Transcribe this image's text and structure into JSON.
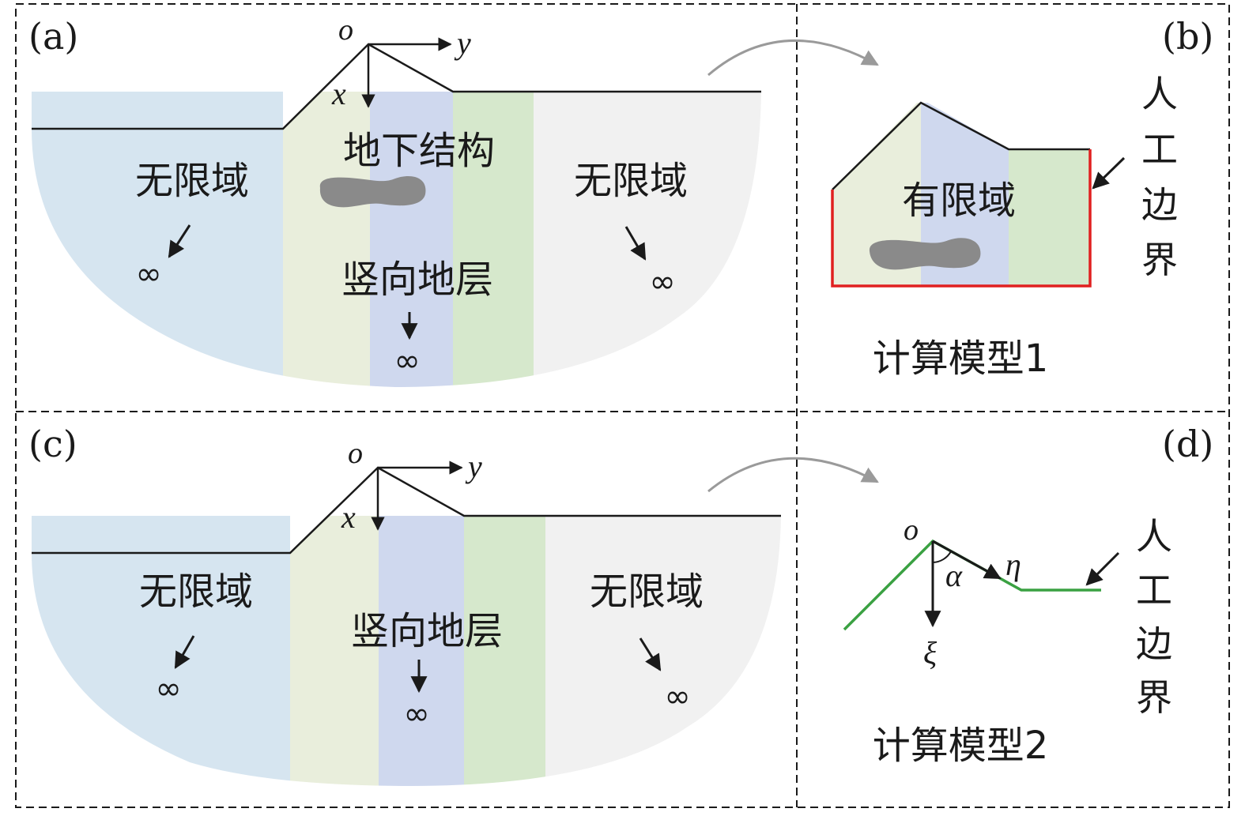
{
  "panels": {
    "a": {
      "label": "(a)",
      "axis_origin": "o",
      "axis_x": "x",
      "axis_y": "y",
      "left_region": "无限域",
      "right_region": "无限域",
      "structure_label": "地下结构",
      "layers_label": "竖向地层",
      "infinity": "∞"
    },
    "b": {
      "label": "(b)",
      "finite_label": "有限域",
      "boundary_label": [
        "人",
        "工",
        "边",
        "界"
      ],
      "model_label": "计算模型1"
    },
    "c": {
      "label": "(c)",
      "axis_origin": "o",
      "axis_x": "x",
      "axis_y": "y",
      "left_region": "无限域",
      "right_region": "无限域",
      "layers_label": "竖向地层",
      "infinity": "∞"
    },
    "d": {
      "label": "(d)",
      "axis_origin": "o",
      "axis_xi": "ξ",
      "axis_eta": "η",
      "angle": "α",
      "boundary_label": [
        "人",
        "工",
        "边",
        "界"
      ],
      "model_label": "计算模型2"
    }
  },
  "colors": {
    "left_domain": "#d6e5f0",
    "layer_1": "#e9eedc",
    "layer_2": "#cfd8ee",
    "layer_3": "#d6e8cc",
    "right_domain": "#f1f1f1",
    "structure": "#8a8a8a",
    "artificial_boundary": "#e02020",
    "boundary_line_d": "#3aa142",
    "curved_arrow": "#9a9a9a"
  }
}
